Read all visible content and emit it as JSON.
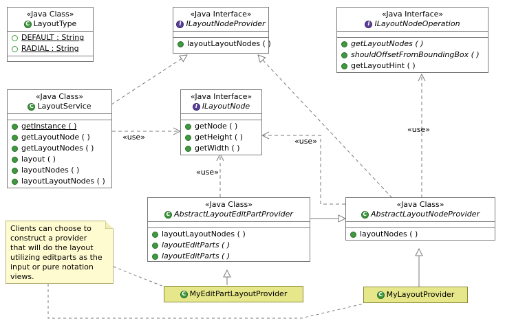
{
  "stereotypes": {
    "klass": "«Java Class»",
    "iface": "«Java Interface»"
  },
  "classes": {
    "layout_type": {
      "name": "LayoutType",
      "attributes": [
        "DEFAULT : String",
        "RADIAL : String"
      ]
    },
    "ilayout_node_provider": {
      "name": "ILayoutNodeProvider",
      "operations": [
        "layoutLayoutNodes ( )"
      ]
    },
    "ilayout_node_operation": {
      "name": "ILayoutNodeOperation",
      "operations": [
        "getLayoutNodes ( )",
        "shouldOffsetFromBoundingBox ( )",
        "getLayoutHint ( )"
      ]
    },
    "layout_service": {
      "name": "LayoutService",
      "operations": [
        "getInstance ( )",
        "getLayoutNode ( )",
        "getLayoutNodes ( )",
        "layout ( )",
        "layoutNodes ( )",
        "layoutLayoutNodes ( )"
      ]
    },
    "ilayout_node": {
      "name": "ILayoutNode",
      "operations": [
        "getNode ( )",
        "getHeight ( )",
        "getWidth ( )"
      ]
    },
    "abstract_edit_part_provider": {
      "name": "AbstractLayoutEditPartProvider",
      "operations": [
        "layoutLayoutNodes ( )",
        "layoutEditParts ( )",
        "layoutEditParts ( )"
      ]
    },
    "abstract_node_provider": {
      "name": "AbstractLayoutNodeProvider",
      "operations": [
        "layoutNodes ( )"
      ]
    },
    "my_edit_part_provider": {
      "name": "MyEditPartLayoutProvider"
    },
    "my_layout_provider": {
      "name": "MyLayoutProvider"
    }
  },
  "labels": {
    "use": "«use»"
  },
  "note": {
    "lines": [
      "Clients can choose to",
      "construct a provider",
      "that will do the layout",
      "utilizing editparts as the",
      "input or pure notation",
      "views."
    ]
  },
  "colors": {
    "highlight_fill": "#e6e68a",
    "note_fill": "#fffbd1",
    "class_icon": "#3f9a3f",
    "interface_icon": "#5b3f9a",
    "line": "#7a7a7a"
  }
}
